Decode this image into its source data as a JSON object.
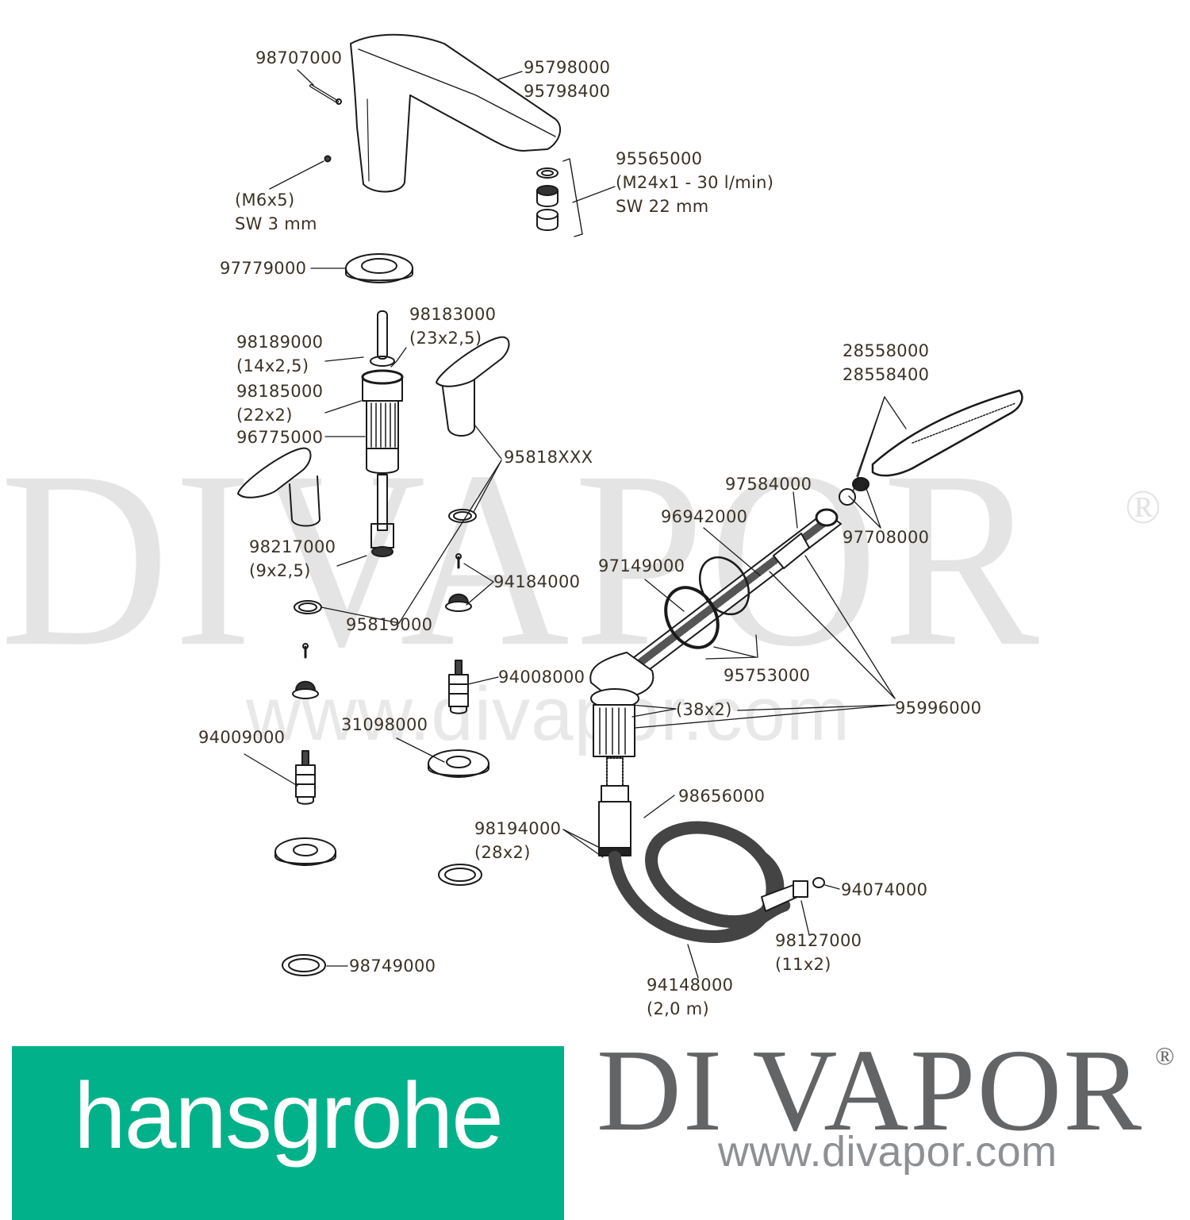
{
  "diagram": {
    "title": "Hansgrohe tap spare parts exploded view",
    "parts": [
      {
        "id": "p1",
        "lines": [
          "98707000"
        ]
      },
      {
        "id": "p2",
        "lines": [
          "95798000",
          "95798400"
        ]
      },
      {
        "id": "p3",
        "lines": [
          "(M6x5)",
          "SW 3 mm"
        ]
      },
      {
        "id": "p4",
        "lines": [
          "95565000",
          "(M24x1 - 30 l/min)",
          "SW 22 mm"
        ]
      },
      {
        "id": "p5",
        "lines": [
          "97779000"
        ]
      },
      {
        "id": "p6",
        "lines": [
          "98183000",
          "(23x2,5)"
        ]
      },
      {
        "id": "p7",
        "lines": [
          "98189000",
          "(14x2,5)"
        ]
      },
      {
        "id": "p8",
        "lines": [
          "98185000",
          "(22x2)"
        ]
      },
      {
        "id": "p9",
        "lines": [
          "96775000"
        ]
      },
      {
        "id": "p10",
        "lines": [
          "95818XXX"
        ]
      },
      {
        "id": "p11",
        "lines": [
          "98217000",
          "(9x2,5)"
        ]
      },
      {
        "id": "p12",
        "lines": [
          "94184000"
        ]
      },
      {
        "id": "p13",
        "lines": [
          "95819000"
        ]
      },
      {
        "id": "p14",
        "lines": [
          "94008000"
        ]
      },
      {
        "id": "p15",
        "lines": [
          "31098000"
        ]
      },
      {
        "id": "p16",
        "lines": [
          "94009000"
        ]
      },
      {
        "id": "p17",
        "lines": [
          "28558000",
          "28558400"
        ]
      },
      {
        "id": "p18",
        "lines": [
          "97584000"
        ]
      },
      {
        "id": "p19",
        "lines": [
          "96942000"
        ]
      },
      {
        "id": "p20",
        "lines": [
          "97708000"
        ]
      },
      {
        "id": "p21",
        "lines": [
          "97149000"
        ]
      },
      {
        "id": "p22",
        "lines": [
          "95753000"
        ]
      },
      {
        "id": "p23",
        "lines": [
          "(38x2)"
        ]
      },
      {
        "id": "p24",
        "lines": [
          "95996000"
        ]
      },
      {
        "id": "p25",
        "lines": [
          "98656000"
        ]
      },
      {
        "id": "p26",
        "lines": [
          "98194000",
          "(28x2)"
        ]
      },
      {
        "id": "p27",
        "lines": [
          "94074000"
        ]
      },
      {
        "id": "p28",
        "lines": [
          "98127000",
          "(11x2)"
        ]
      },
      {
        "id": "p29",
        "lines": [
          "94148000",
          "(2,0 m)"
        ]
      },
      {
        "id": "p30",
        "lines": [
          "98749000"
        ]
      }
    ]
  },
  "watermark": {
    "brand": "DIVAPOR",
    "registered": "®",
    "url": "www.divapor.com"
  },
  "footer": {
    "hansgrohe_logo": "hansgrohe",
    "hansgrohe_color": "#00b189",
    "divapor_title": "DI VAPOR",
    "divapor_registered": "®",
    "divapor_url": "www.divapor.com",
    "divapor_color": "#636466"
  }
}
